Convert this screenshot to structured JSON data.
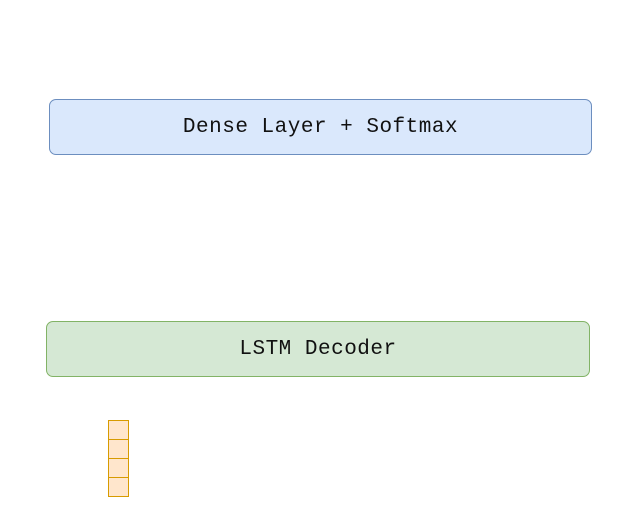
{
  "colors": {
    "dense_fill": "#dae8fc",
    "dense_border": "#6c8ebf",
    "lstm_fill": "#d5e8d4",
    "lstm_border": "#82b366",
    "vector_fill": "#ffe6cc",
    "vector_border": "#d79b00"
  },
  "blocks": {
    "dense": {
      "label": "Dense Layer + Softmax"
    },
    "lstm": {
      "label": "LSTM Decoder"
    }
  },
  "vector": {
    "cell_count": 4
  }
}
